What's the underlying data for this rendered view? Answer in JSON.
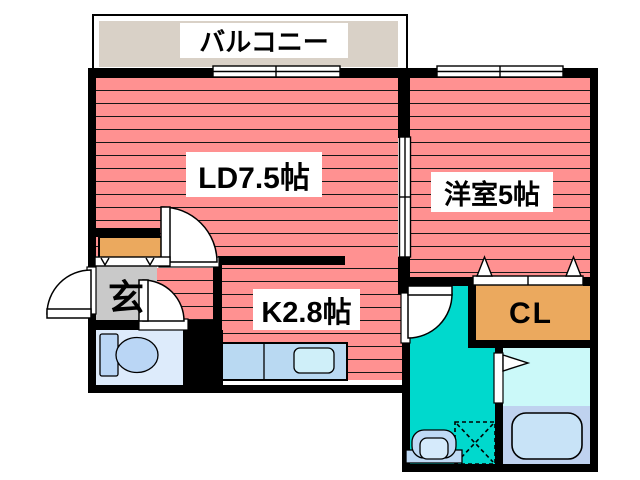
{
  "plan": {
    "type": "apartment-floor-plan",
    "labels": {
      "balcony": "バルコニー",
      "living_dining": "LD7.5帖",
      "western_room": "洋室5帖",
      "kitchen": "K2.8帖",
      "closet": "CL",
      "entrance": "玄"
    },
    "colors": {
      "room_pink": "#FF9191",
      "stripe_line": "#161616",
      "wall_black": "#000000",
      "balcony_beige": "#D9D1C7",
      "closet_orange": "#EBA95E",
      "entrance_gray": "#C9C9C9",
      "toilet_room_blue": "#DDEBFB",
      "fixture_blue": "#BAD6F5",
      "kitchen_counter_blue": "#B9D9F2",
      "sink_blue": "#CFEFF9",
      "washroom_teal": "#00D9CD",
      "bathroom_cyan": "#CBF9F9",
      "bath_platform_blue": "#BFD2EF",
      "bathtub_blue": "#C8E3F7"
    }
  }
}
